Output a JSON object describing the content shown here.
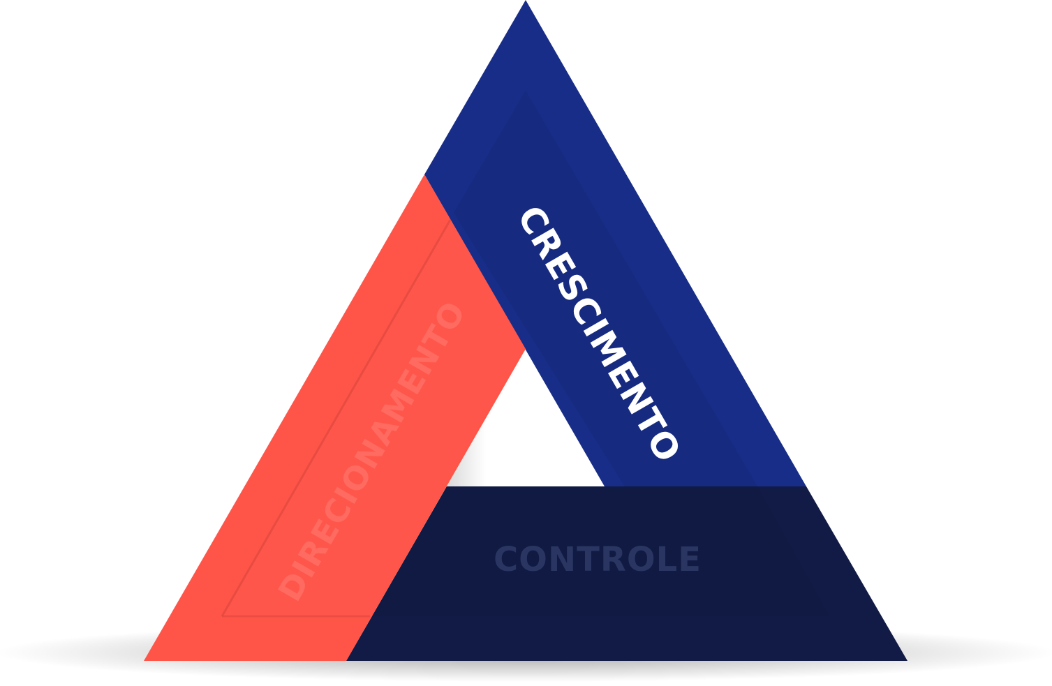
{
  "diagram": {
    "segments": [
      {
        "label": "CRESCIMENTO",
        "color": "#172D87",
        "text_color": "#FFFFFF"
      },
      {
        "label": "DIRECIONAMENTO",
        "color": "#FF5549",
        "text_color": "#FF6B60"
      },
      {
        "label": "CONTROLE",
        "color": "#111B45",
        "text_color": "#2A3562"
      }
    ]
  }
}
